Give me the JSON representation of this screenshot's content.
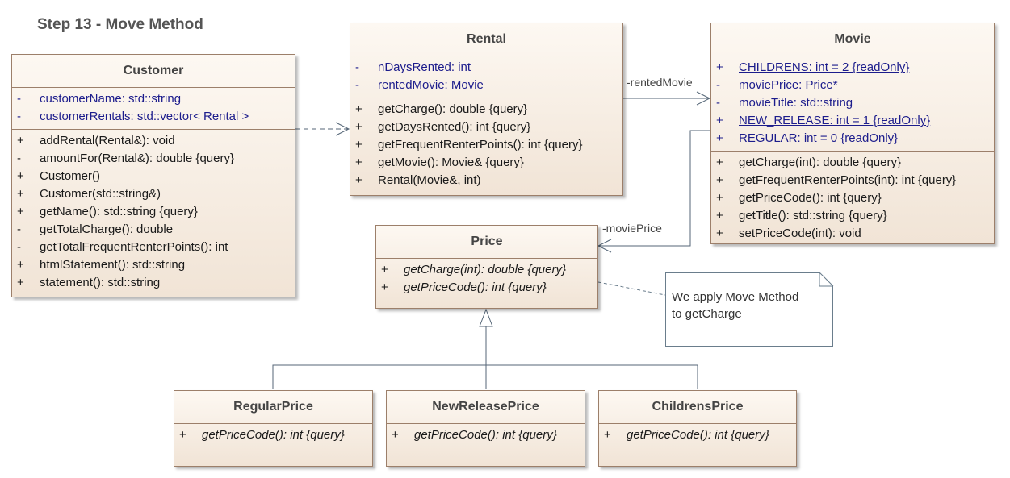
{
  "title": "Step 13 - Move Method",
  "classes": {
    "customer": {
      "name": "Customer",
      "attributes": [
        {
          "vis": "-",
          "text": "customerName: std::string"
        },
        {
          "vis": "-",
          "text": "customerRentals: std::vector< Rental >"
        }
      ],
      "operations": [
        {
          "vis": "+",
          "text": "addRental(Rental&): void"
        },
        {
          "vis": "-",
          "text": "amountFor(Rental&): double {query}"
        },
        {
          "vis": "+",
          "text": "Customer()"
        },
        {
          "vis": "+",
          "text": "Customer(std::string&)"
        },
        {
          "vis": "+",
          "text": "getName(): std::string {query}"
        },
        {
          "vis": "-",
          "text": "getTotalCharge(): double"
        },
        {
          "vis": "-",
          "text": "getTotalFrequentRenterPoints(): int"
        },
        {
          "vis": "+",
          "text": "htmlStatement(): std::string"
        },
        {
          "vis": "+",
          "text": "statement(): std::string"
        }
      ]
    },
    "rental": {
      "name": "Rental",
      "attributes": [
        {
          "vis": "-",
          "text": "nDaysRented: int"
        },
        {
          "vis": "-",
          "text": "rentedMovie: Movie"
        }
      ],
      "operations": [
        {
          "vis": "+",
          "text": "getCharge(): double {query}"
        },
        {
          "vis": "+",
          "text": "getDaysRented(): int {query}"
        },
        {
          "vis": "+",
          "text": "getFrequentRenterPoints(): int {query}"
        },
        {
          "vis": "+",
          "text": "getMovie(): Movie& {query}"
        },
        {
          "vis": "+",
          "text": "Rental(Movie&, int)"
        }
      ]
    },
    "movie": {
      "name": "Movie",
      "attributes": [
        {
          "vis": "+",
          "text": "CHILDRENS: int = 2 {readOnly}"
        },
        {
          "vis": "-",
          "text": "moviePrice: Price*"
        },
        {
          "vis": "-",
          "text": "movieTitle: std::string"
        },
        {
          "vis": "+",
          "text": "NEW_RELEASE: int = 1 {readOnly}"
        },
        {
          "vis": "+",
          "text": "REGULAR: int = 0 {readOnly}"
        }
      ],
      "operations": [
        {
          "vis": "+",
          "text": "getCharge(int): double {query}"
        },
        {
          "vis": "+",
          "text": "getFrequentRenterPoints(int): int {query}"
        },
        {
          "vis": "+",
          "text": "getPriceCode(): int {query}"
        },
        {
          "vis": "+",
          "text": "getTitle(): std::string {query}"
        },
        {
          "vis": "+",
          "text": "setPriceCode(int): void"
        }
      ]
    },
    "price": {
      "name": "Price",
      "operations": [
        {
          "vis": "+",
          "text": "getCharge(int): double {query}"
        },
        {
          "vis": "+",
          "text": "getPriceCode(): int {query}"
        }
      ]
    },
    "regular_price": {
      "name": "RegularPrice",
      "operations": [
        {
          "vis": "+",
          "text": "getPriceCode(): int {query}"
        }
      ]
    },
    "new_release_price": {
      "name": "NewReleasePrice",
      "operations": [
        {
          "vis": "+",
          "text": "getPriceCode(): int {query}"
        }
      ]
    },
    "childrens_price": {
      "name": "ChildrensPrice",
      "operations": [
        {
          "vis": "+",
          "text": "getPriceCode(): int {query}"
        }
      ]
    }
  },
  "associations": {
    "rented_movie_label": "-rentedMovie",
    "movie_price_label": "-moviePrice"
  },
  "note": {
    "line1": "We apply Move Method",
    "line2": "to getCharge"
  },
  "colors": {
    "class_fill_top": "#fdf8f2",
    "class_fill_bottom": "#f1e4d6",
    "class_border": "#9c7f6a",
    "attribute_text": "#1c1c8c",
    "connector": "#556677"
  }
}
